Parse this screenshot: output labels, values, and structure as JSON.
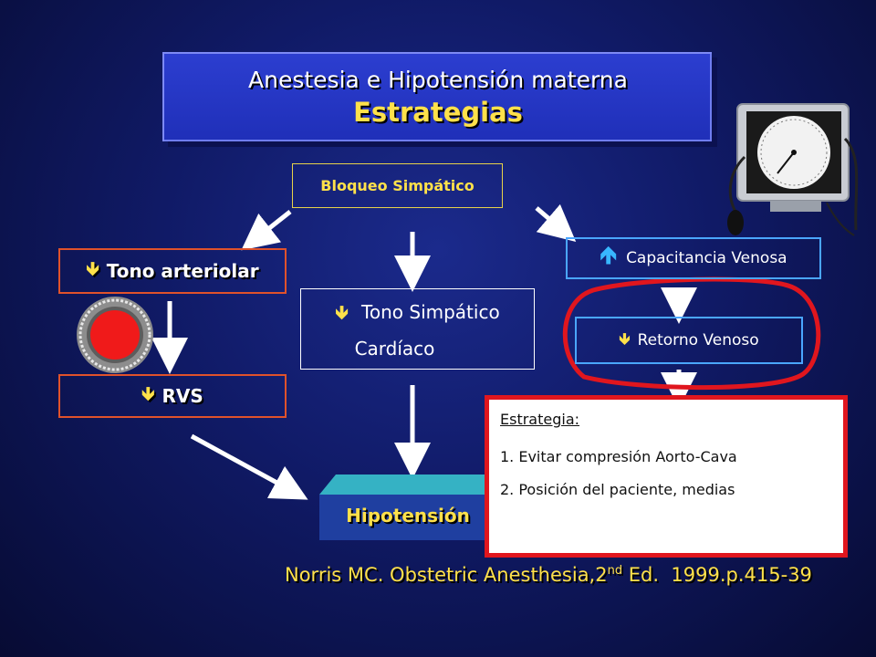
{
  "title": {
    "line1": "Anestesia e Hipotensión materna",
    "line2": "Estrategias"
  },
  "nodes": {
    "bloqueo": "Bloqueo Simpático",
    "tono_arteriolar": "Tono arteriolar",
    "rvs": "RVS",
    "tono_simpatico_line1": "Tono Simpático",
    "tono_simpatico_line2": "Cardíaco",
    "capacitancia": "Capacitancia Venosa",
    "retorno": "Retorno Venoso",
    "hipotension": "Hipotensión"
  },
  "strategy": {
    "heading": "Estrategia:",
    "items": [
      "1. Evitar compresión Aorto-Cava",
      "2. Posición del paciente, medias"
    ]
  },
  "reference": {
    "before": "Norris MC. Obstetric Anesthesia,2",
    "sup": "nd",
    "after": " Ed.  1999.p.415-39"
  },
  "colors": {
    "accent_yellow": "#ffe14a",
    "arrow_white": "#ffffff",
    "highlight_red": "#e0161e",
    "box_red": "#e0522b",
    "box_blue": "#4aa6ff"
  },
  "icons": {
    "decrease": "down-arrow-icon",
    "increase": "up-arrow-icon",
    "device": "sphygmomanometer-icon",
    "vessel": "vessel-cross-section-icon"
  }
}
